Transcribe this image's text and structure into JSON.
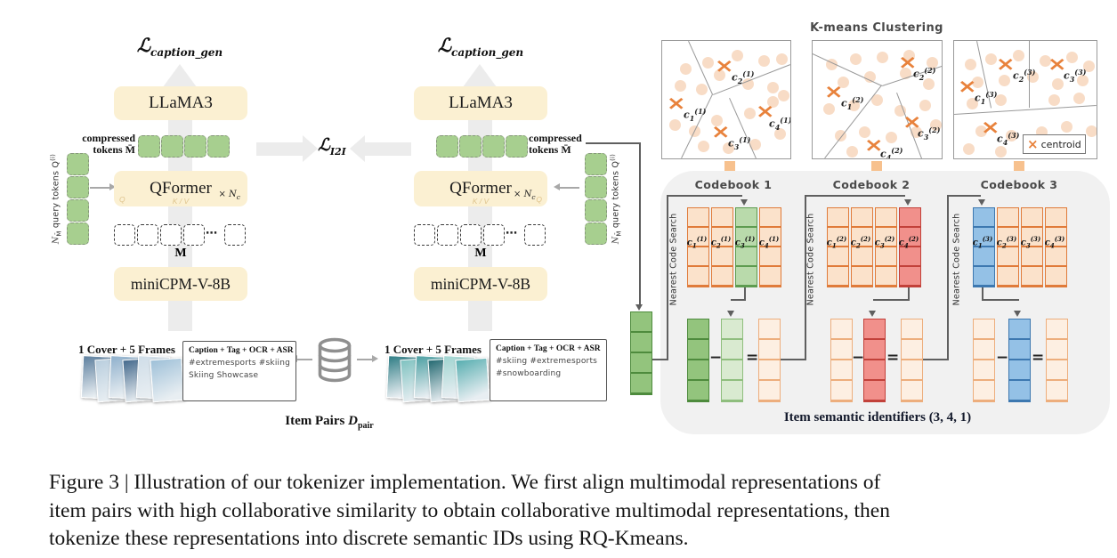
{
  "pipelines": {
    "loss_caption": {
      "base": "ℒ",
      "sub": "caption_gen"
    },
    "loss_i2i": {
      "base": "ℒ",
      "sub": "I2I"
    },
    "llm": "LLaMA3",
    "encoder": "miniCPM-V-8B",
    "qformer": "QFormer",
    "q": "Q",
    "kv": "K / V",
    "repeat": {
      "times": "×",
      "n": "N",
      "sub": "c"
    },
    "compressed_line1": "compressed",
    "compressed_line2": "tokens M̄",
    "query_label": {
      "n": "N",
      "n_sub": "M̄",
      "text": " query tokens Q",
      "sup": "(i)"
    },
    "m_label": "M",
    "ellipsis": "⋯"
  },
  "items": {
    "frames_label": "1 Cover + 5 Frames",
    "left_box": {
      "title": "Caption + Tag + OCR + ASR",
      "line1": "#extremesports #skiing",
      "line2": "Skiing Showcase"
    },
    "right_box": {
      "title": "Caption + Tag + OCR + ASR",
      "line1": "#skiing #extremesports",
      "line2": "#snowboarding"
    },
    "pair_label": {
      "text": "Item Pairs",
      "d": "D",
      "sub": "pair"
    }
  },
  "kmeans": {
    "title": "K-means Clustering",
    "x_glyph": "×",
    "legend_label": "centroid",
    "panels": [
      {
        "centroids": [
          {
            "c": "c",
            "i": "1",
            "k": "(1)"
          },
          {
            "c": "c",
            "i": "2",
            "k": "(1)"
          },
          {
            "c": "c",
            "i": "3",
            "k": "(1)"
          },
          {
            "c": "c",
            "i": "4",
            "k": "(1)"
          }
        ]
      },
      {
        "centroids": [
          {
            "c": "c",
            "i": "1",
            "k": "(2)"
          },
          {
            "c": "c",
            "i": "2",
            "k": "(2)"
          },
          {
            "c": "c",
            "i": "3",
            "k": "(2)"
          },
          {
            "c": "c",
            "i": "4",
            "k": "(2)"
          }
        ]
      },
      {
        "centroids": [
          {
            "c": "c",
            "i": "1",
            "k": "(3)"
          },
          {
            "c": "c",
            "i": "2",
            "k": "(3)"
          },
          {
            "c": "c",
            "i": "3",
            "k": "(3)"
          },
          {
            "c": "c",
            "i": "4",
            "k": "(3)"
          }
        ]
      }
    ]
  },
  "codebooks": {
    "search_label": "Nearest Code Search",
    "books": [
      {
        "title": "Codebook 1",
        "selected_code": 3,
        "codes": [
          {
            "c": "c",
            "i": "1",
            "k": "(1)"
          },
          {
            "c": "c",
            "i": "2",
            "k": "(1)"
          },
          {
            "c": "c",
            "i": "3",
            "k": "(1)"
          },
          {
            "c": "c",
            "i": "4",
            "k": "(1)"
          }
        ]
      },
      {
        "title": "Codebook 2",
        "selected_code": 4,
        "codes": [
          {
            "c": "c",
            "i": "1",
            "k": "(2)"
          },
          {
            "c": "c",
            "i": "2",
            "k": "(2)"
          },
          {
            "c": "c",
            "i": "3",
            "k": "(2)"
          },
          {
            "c": "c",
            "i": "4",
            "k": "(2)"
          }
        ]
      },
      {
        "title": "Codebook 3",
        "selected_code": 1,
        "codes": [
          {
            "c": "c",
            "i": "1",
            "k": "(3)"
          },
          {
            "c": "c",
            "i": "2",
            "k": "(3)"
          },
          {
            "c": "c",
            "i": "3",
            "k": "(3)"
          },
          {
            "c": "c",
            "i": "4",
            "k": "(3)"
          }
        ]
      }
    ]
  },
  "operators": {
    "minus": "−",
    "equals": "="
  },
  "identifiers_label": "Item semantic identifiers (3, 4, 1)",
  "caption": {
    "line1": "Figure 3 | Illustration of our tokenizer implementation. We first align multimodal representations of",
    "line2": "item pairs with high collaborative similarity to obtain collaborative multimodal representations, then",
    "line3": "tokenize these representations into discrete semantic IDs using RQ-Kmeans."
  },
  "colors": {
    "box_cream": "#FBF0D2",
    "token_green": "#A7CF8F",
    "code_orange": "#E07B3A",
    "selected_green": "#5E9C50",
    "selected_red": "#C2413A",
    "selected_blue": "#3D78B0",
    "centroid_orange": "#E8823C",
    "container_gray": "#F1F1F1"
  }
}
